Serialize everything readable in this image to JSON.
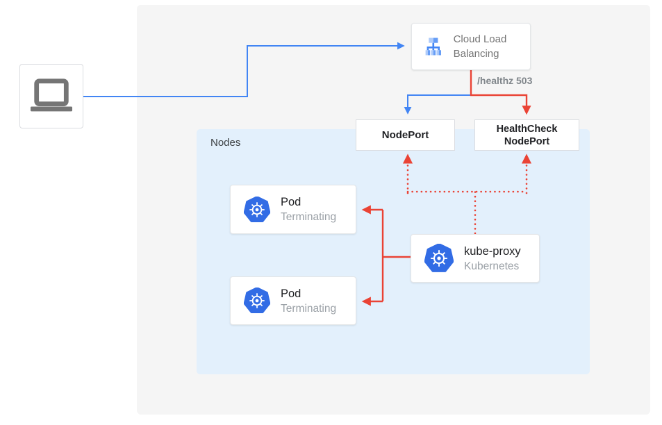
{
  "diagram": {
    "nodes_label": "Nodes",
    "healthz_label": "/healthz 503",
    "cloud_load_balancing": {
      "label": "Cloud Load Balancing"
    },
    "nodeport": {
      "label": "NodePort"
    },
    "healthcheck_nodeport": {
      "label": "HealthCheck NodePort"
    },
    "kube_proxy": {
      "title": "kube-proxy",
      "subtitle": "Kubernetes"
    },
    "pods": [
      {
        "title": "Pod",
        "status": "Terminating"
      },
      {
        "title": "Pod",
        "status": "Terminating"
      }
    ],
    "icons": {
      "client": "laptop-icon",
      "load_balancer": "load-balancer-icon",
      "kubernetes": "kubernetes-wheel-icon"
    },
    "colors": {
      "blue": "#4285F4",
      "red": "#EA4335",
      "k8s-blue": "#326CE5",
      "panel-bg": "#F5F5F5",
      "nodes-bg": "#E3F0FC",
      "lb-icon-light": "#AECBFA",
      "lb-icon-medium": "#669DF6"
    }
  }
}
